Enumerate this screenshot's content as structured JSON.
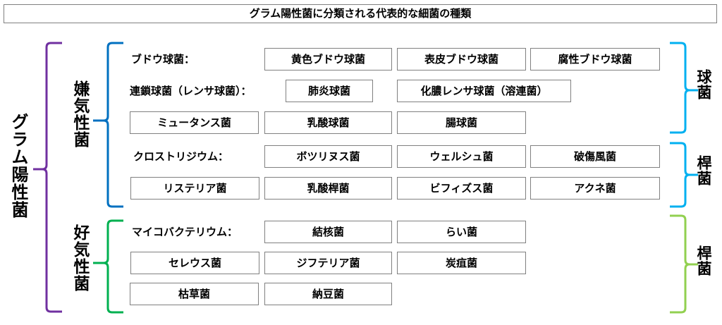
{
  "title": "グラム陽性菌に分類される代表的な細菌の種類",
  "root_label": "グラム陽性菌",
  "groups": {
    "anaerobic": "嫌気性菌",
    "aerobic": "好気性菌"
  },
  "shapes": {
    "cocci": "球菌",
    "bacilli_1": "桿菌",
    "bacilli_2": "桿菌"
  },
  "rows": {
    "staph_label": "ブドウ球菌：",
    "staph": [
      "黄色ブドウ球菌",
      "表皮ブドウ球菌",
      "腐性ブドウ球菌"
    ],
    "strep_label": "連鎖球菌（レンサ球菌）：",
    "strep": [
      "肺炎球菌",
      "化膿レンサ球菌（溶連菌）"
    ],
    "other_cocci": [
      "ミュータンス菌",
      "乳酸球菌",
      "腸球菌"
    ],
    "clost_label": "クロストリジウム：",
    "clost": [
      "ボツリヌス菌",
      "ウェルシュ菌",
      "破傷風菌"
    ],
    "other_bacilli": [
      "リステリア菌",
      "乳酸桿菌",
      "ビフィズス菌",
      "アクネ菌"
    ],
    "myco_label": "マイコバクテリウム：",
    "myco": [
      "結核菌",
      "らい菌"
    ],
    "aerobic_row1": [
      "セレウス菌",
      "ジフテリア菌",
      "炭疽菌"
    ],
    "aerobic_row2": [
      "枯草菌",
      "納豆菌"
    ]
  },
  "colors": {
    "purple": "#7030A0",
    "blue": "#0070C0",
    "green": "#00B050",
    "light_green": "#92D050"
  }
}
